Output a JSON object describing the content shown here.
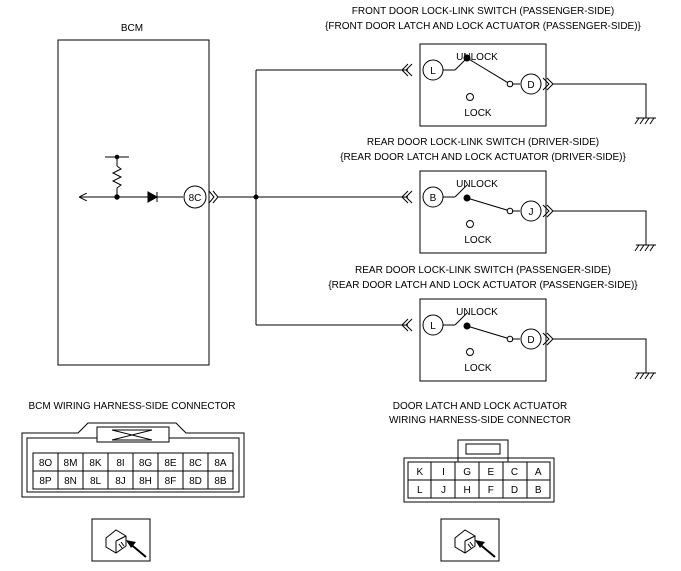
{
  "bcm": {
    "title": "BCM",
    "terminal": "8C"
  },
  "switches": [
    {
      "title": "FRONT DOOR LOCK-LINK SWITCH (PASSENGER-SIDE)",
      "subtitle": "{FRONT DOOR LATCH AND LOCK ACTUATOR (PASSENGER-SIDE)}",
      "in_pin": "L",
      "out_pin": "D",
      "unlock": "UNLOCK",
      "lock": "LOCK"
    },
    {
      "title": "REAR DOOR LOCK-LINK SWITCH (DRIVER-SIDE)",
      "subtitle": "{REAR DOOR LATCH AND LOCK ACTUATOR (DRIVER-SIDE)}",
      "in_pin": "B",
      "out_pin": "J",
      "unlock": "UNLOCK",
      "lock": "LOCK"
    },
    {
      "title": "REAR DOOR LOCK-LINK SWITCH (PASSENGER-SIDE)",
      "subtitle": "{REAR DOOR LATCH AND LOCK ACTUATOR (PASSENGER-SIDE)}",
      "in_pin": "L",
      "out_pin": "D",
      "unlock": "UNLOCK",
      "lock": "LOCK"
    }
  ],
  "bcm_connector": {
    "title": "BCM WIRING HARNESS-SIDE CONNECTOR",
    "rows": [
      [
        "8O",
        "8M",
        "8K",
        "8I",
        "8G",
        "8E",
        "8C",
        "8A"
      ],
      [
        "8P",
        "8N",
        "8L",
        "8J",
        "8H",
        "8F",
        "8D",
        "8B"
      ]
    ]
  },
  "door_connector": {
    "title_line1": "DOOR LATCH AND LOCK ACTUATOR",
    "title_line2": "WIRING HARNESS-SIDE CONNECTOR",
    "rows": [
      [
        "K",
        "I",
        "G",
        "E",
        "C",
        "A"
      ],
      [
        "L",
        "J",
        "H",
        "F",
        "D",
        "B"
      ]
    ]
  }
}
